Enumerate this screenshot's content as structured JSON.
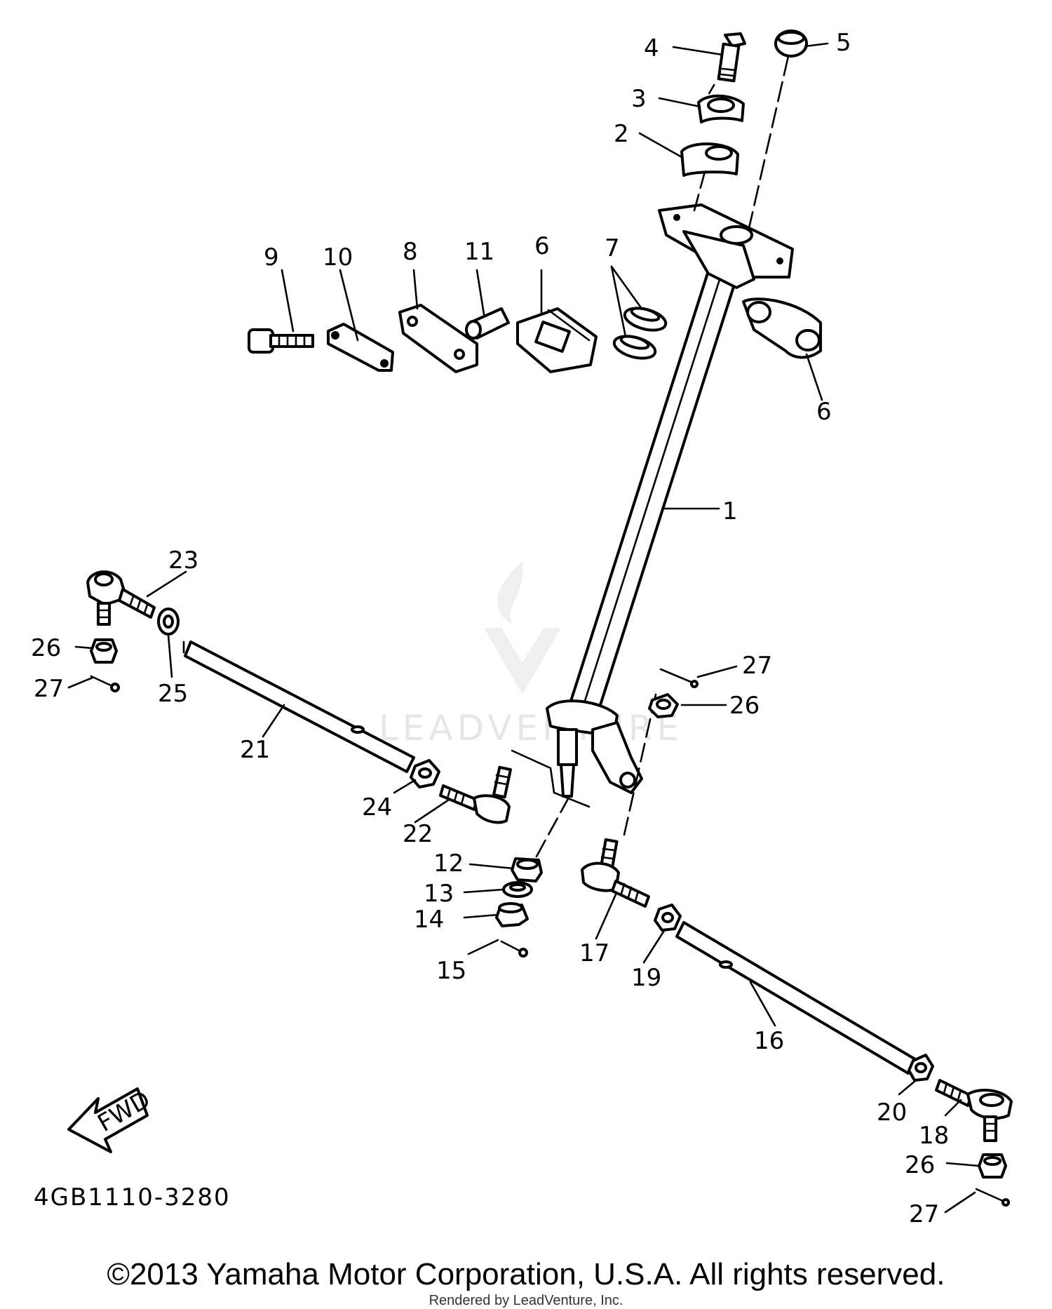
{
  "diagram_code": "4GB1110-3280",
  "fwd_label": "FWD",
  "watermark": "LEADVENTURE",
  "copyright": "©2013 Yamaha Motor Corporation, U.S.A. All rights reserved.",
  "rendered_by": "Rendered by LeadVenture, Inc.",
  "callouts": {
    "c1": "1",
    "c2": "2",
    "c3": "3",
    "c4": "4",
    "c5": "5",
    "c6a": "6",
    "c6b": "6",
    "c7": "7",
    "c8": "8",
    "c9": "9",
    "c10": "10",
    "c11": "11",
    "c12": "12",
    "c13": "13",
    "c14": "14",
    "c15": "15",
    "c16": "16",
    "c17": "17",
    "c18": "18",
    "c19": "19",
    "c20": "20",
    "c21": "21",
    "c22": "22",
    "c23": "23",
    "c24": "24",
    "c25": "25",
    "c26a": "26",
    "c26b": "26",
    "c26c": "26",
    "c27a": "27",
    "c27b": "27",
    "c27c": "27"
  }
}
